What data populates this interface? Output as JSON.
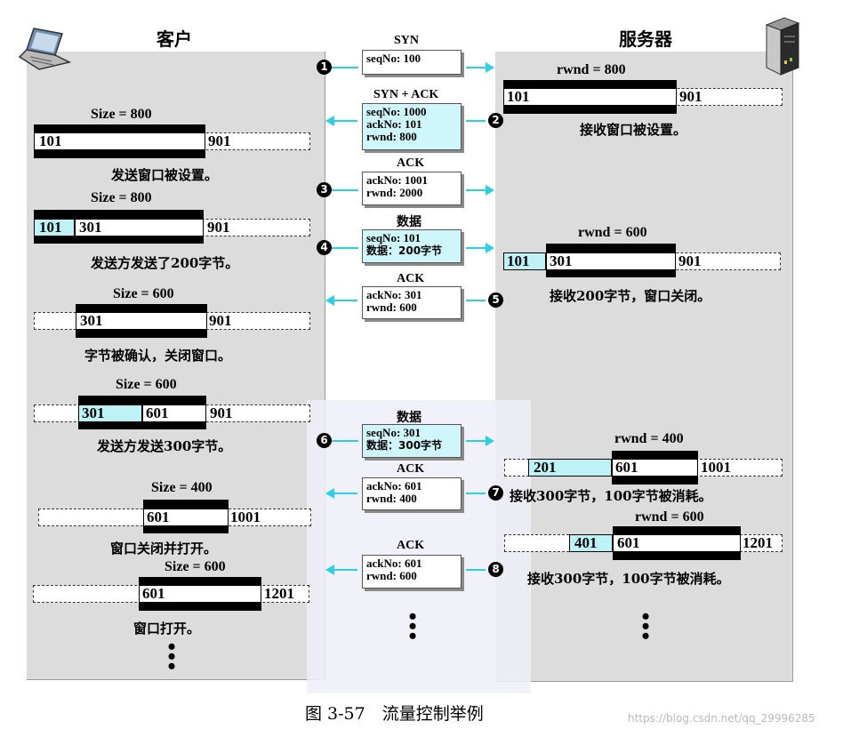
{
  "figure": {
    "caption": "图 3-57　流量控制举例",
    "watermark": "https://blog.csdn.net/qq_29996285"
  },
  "client": {
    "title": "客户",
    "icon": "laptop-icon"
  },
  "server": {
    "title": "服务器",
    "icon": "server-icon"
  },
  "messages": [
    {
      "step": "1",
      "title": "SYN",
      "lines": [
        "seqNo: 100"
      ],
      "direction": "to-server"
    },
    {
      "step": "2",
      "title": "SYN + ACK",
      "lines": [
        "seqNo: 1000",
        "ackNo: 101",
        "rwnd: 800"
      ],
      "direction": "to-client"
    },
    {
      "step": "3",
      "title": "ACK",
      "lines": [
        "ackNo: 1001",
        "rwnd: 2000"
      ],
      "direction": "to-server"
    },
    {
      "step": "4",
      "title": "数据",
      "lines": [
        "seqNo: 101",
        "数据：200字节"
      ],
      "direction": "to-server"
    },
    {
      "step": "5",
      "title": "ACK",
      "lines": [
        "ackNo: 301",
        "rwnd: 600"
      ],
      "direction": "to-client"
    },
    {
      "step": "6",
      "title": "数据",
      "lines": [
        "seqNo: 301",
        "数据：300字节"
      ],
      "direction": "to-server"
    },
    {
      "step": "7",
      "title": "ACK",
      "lines": [
        "ackNo: 601",
        "rwnd: 400"
      ],
      "direction": "to-client"
    },
    {
      "step": "8",
      "title": "ACK",
      "lines": [
        "ackNo: 601",
        "rwnd: 600"
      ],
      "direction": "to-client"
    }
  ],
  "client_windows": [
    {
      "size_label": "Size = 800",
      "values": [
        "101",
        "901"
      ],
      "caption": "发送窗口被设置。"
    },
    {
      "size_label": "Size = 800",
      "values": [
        "101",
        "301",
        "901"
      ],
      "caption": "发送方发送了200字节。"
    },
    {
      "size_label": "Size = 600",
      "values": [
        "301",
        "901"
      ],
      "caption": "字节被确认，关闭窗口。"
    },
    {
      "size_label": "Size = 600",
      "values": [
        "301",
        "601",
        "901"
      ],
      "caption": "发送方发送300字节。"
    },
    {
      "size_label": "Size = 400",
      "values": [
        "601",
        "1001"
      ],
      "caption": "窗口关闭并打开。"
    },
    {
      "size_label": "Size = 600",
      "values": [
        "601",
        "1201"
      ],
      "caption": "窗口打开。"
    }
  ],
  "server_windows": [
    {
      "size_label": "rwnd = 800",
      "values": [
        "101",
        "901"
      ],
      "caption": "接收窗口被设置。"
    },
    {
      "size_label": "rwnd = 600",
      "values": [
        "101",
        "301",
        "901"
      ],
      "caption": "接收200字节，窗口关闭。"
    },
    {
      "size_label": "rwnd = 400",
      "values": [
        "201",
        "601",
        "1001"
      ],
      "caption": "接收300字节，100字节被消耗。"
    },
    {
      "size_label": "rwnd = 600",
      "values": [
        "401",
        "601",
        "1201"
      ],
      "caption": "接收300字节，100字节被消耗。"
    }
  ],
  "colors": {
    "panel": "#dcdcdc",
    "arrow": "#2ad1e6",
    "sent_bytes": "#bdf3f7",
    "message_box": "#cff6fa"
  }
}
